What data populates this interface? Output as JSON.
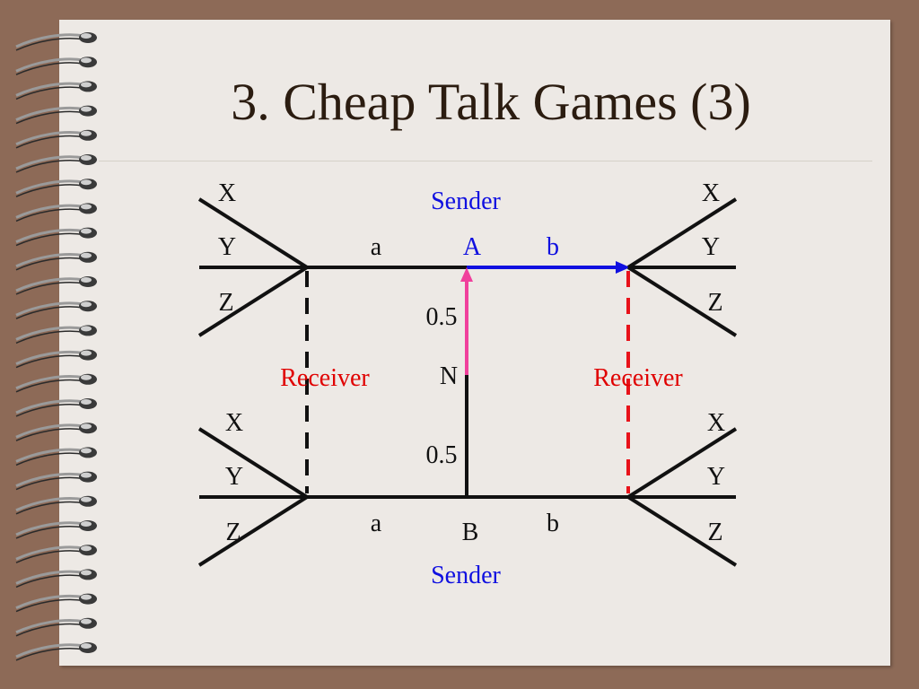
{
  "slide": {
    "title": "3. Cheap Talk Games (3)"
  },
  "game_tree": {
    "top_sender": "Sender",
    "bottom_sender": "Sender",
    "nature": "N",
    "node_top": "A",
    "node_bottom": "B",
    "prob_top": "0.5",
    "prob_bottom": "0.5",
    "left_receiver": "Receiver",
    "right_receiver": "Receiver",
    "messages": {
      "top_left": "a",
      "top_right": "b",
      "bottom_left": "a",
      "bottom_right": "b"
    },
    "actions": {
      "top_left": [
        "X",
        "Y",
        "Z"
      ],
      "top_right": [
        "X",
        "Y",
        "Z"
      ],
      "bottom_left": [
        "X",
        "Y",
        "Z"
      ],
      "bottom_right": [
        "X",
        "Y",
        "Z"
      ]
    },
    "colors": {
      "sender": "#1010e0",
      "receiver": "#e00000",
      "nature_move": "#f0409c",
      "line": "#111111"
    }
  }
}
